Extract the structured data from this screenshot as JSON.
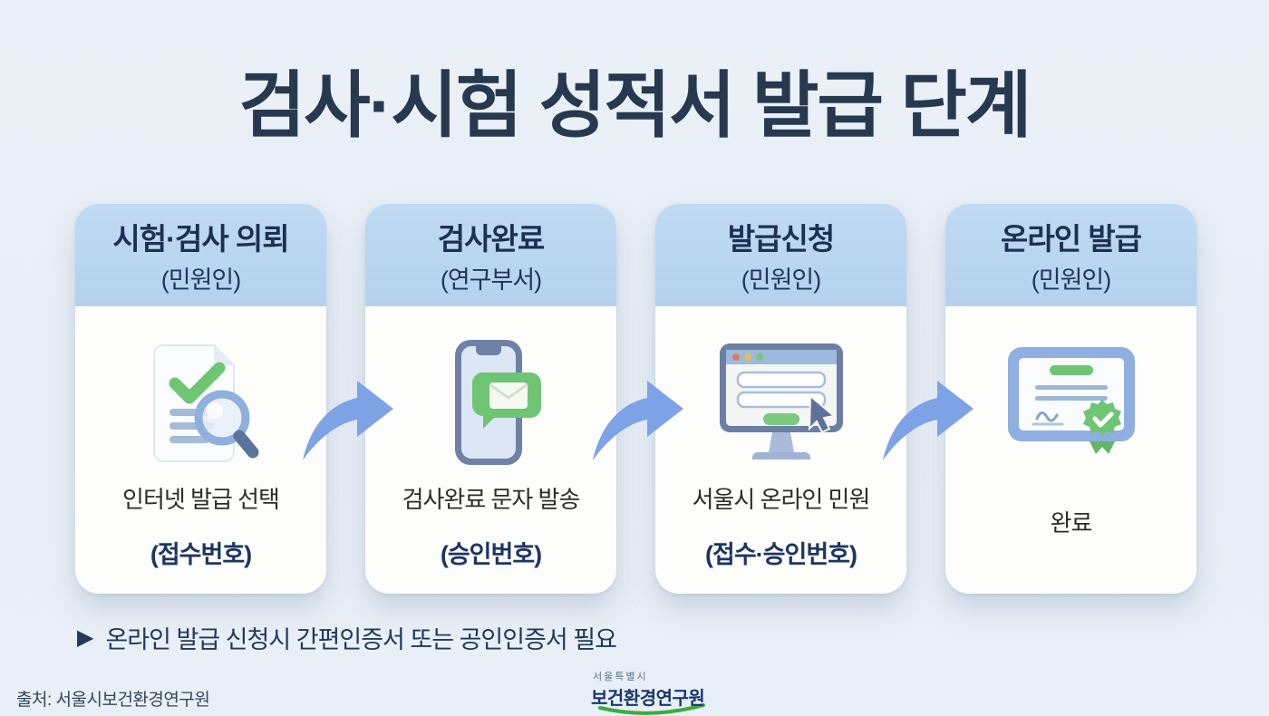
{
  "page": {
    "title": "검사·시험 성적서 발급 단계"
  },
  "steps": [
    {
      "title": "시험·검사 의뢰",
      "subtitle": "(민원인)",
      "icon": "document-search-icon",
      "line1": "인터넷 발급 선택",
      "line2": "(접수번호)"
    },
    {
      "title": "검사완료",
      "subtitle": "(연구부서)",
      "icon": "phone-message-icon",
      "line1": "검사완료 문자 발송",
      "line2": "(승인번호)"
    },
    {
      "title": "발급신청",
      "subtitle": "(민원인)",
      "icon": "monitor-form-icon",
      "line1": "서울시 온라인 민원",
      "line2": "(접수·승인번호)"
    },
    {
      "title": "온라인 발급",
      "subtitle": "(민원인)",
      "icon": "certificate-icon",
      "line1": "완료",
      "line2": ""
    }
  ],
  "note": {
    "marker": "▶",
    "text": "온라인 발급 신청시 간편인증서 또는 공인인증서 필요"
  },
  "footer": {
    "source": "출처: 서울시보건환경연구원",
    "logo_top": "서울특별시",
    "logo_main": "보건환경연구원"
  },
  "colors": {
    "background": "#e9eff6",
    "card_header": "#b6d3ee",
    "card_body": "#fdfdfb",
    "title_navy": "#27394f",
    "text_navy": "#1d3054",
    "accent_bold_navy": "#1c3563",
    "arrow_blue": "#7da3e6",
    "green": "#6ec573",
    "logo_green": "#3aad3c"
  }
}
